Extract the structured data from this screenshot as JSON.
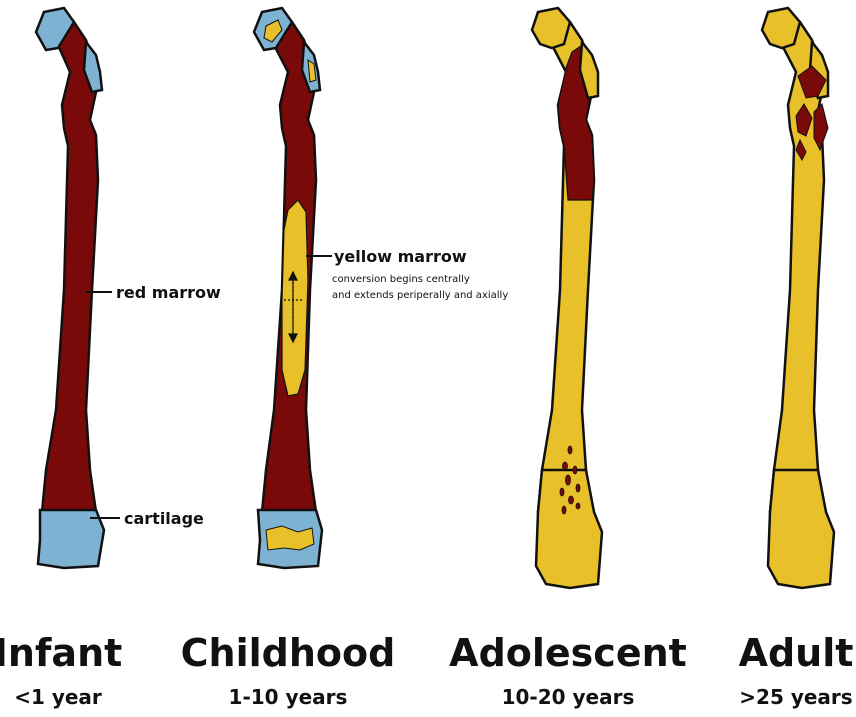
{
  "colors": {
    "red_marrow": "#7a0a0a",
    "yellow_marrow": "#e8c02a",
    "cartilage": "#7eb2d2",
    "outline": "#111111"
  },
  "labels": {
    "red_marrow": "red marrow",
    "cartilage": "cartilage",
    "yellow_marrow": "yellow marrow",
    "yellow_note_line1": "conversion begins centrally",
    "yellow_note_line2": "and extends periperally and axially"
  },
  "stages": [
    {
      "name": "Infant",
      "age": "<1 year"
    },
    {
      "name": "Childhood",
      "age": "1-10 years"
    },
    {
      "name": "Adolescent",
      "age": "10-20 years"
    },
    {
      "name": "Adult",
      "age": ">25 years"
    }
  ]
}
